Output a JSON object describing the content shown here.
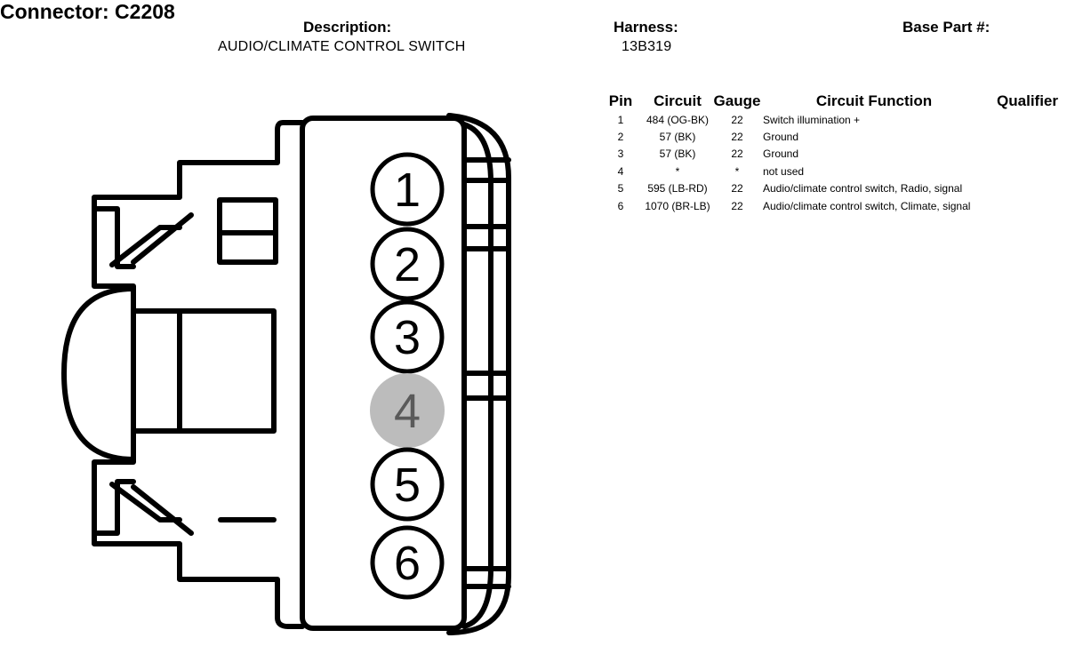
{
  "header": {
    "connector_label": "Connector: C2208",
    "description_label": "Description:",
    "description_value": "AUDIO/CLIMATE CONTROL SWITCH",
    "harness_label": "Harness:",
    "harness_value": "13B319",
    "base_part_label": "Base Part #:"
  },
  "table": {
    "headers": {
      "pin": "Pin",
      "circuit": "Circuit",
      "gauge": "Gauge",
      "function": "Circuit Function",
      "qualifier": "Qualifier"
    },
    "rows": [
      {
        "pin": "1",
        "circuit": "484 (OG-BK)",
        "gauge": "22",
        "function": "Switch illumination +"
      },
      {
        "pin": "2",
        "circuit": "57 (BK)",
        "gauge": "22",
        "function": "Ground"
      },
      {
        "pin": "3",
        "circuit": "57 (BK)",
        "gauge": "22",
        "function": "Ground"
      },
      {
        "pin": "4",
        "circuit": "*",
        "gauge": "*",
        "function": "not used"
      },
      {
        "pin": "5",
        "circuit": "595 (LB-RD)",
        "gauge": "22",
        "function": "Audio/climate control switch, Radio, signal"
      },
      {
        "pin": "6",
        "circuit": "1070 (BR-LB)",
        "gauge": "22",
        "function": "Audio/climate control switch, Climate, signal"
      }
    ]
  },
  "diagram": {
    "pins": [
      {
        "label": "1",
        "used": true
      },
      {
        "label": "2",
        "used": true
      },
      {
        "label": "3",
        "used": true
      },
      {
        "label": "4",
        "used": false
      },
      {
        "label": "5",
        "used": true
      },
      {
        "label": "6",
        "used": true
      }
    ],
    "colors": {
      "outline": "#000000",
      "unused_pin_fill": "#bcbcbc",
      "unused_pin_text": "#5a5a5a"
    }
  }
}
